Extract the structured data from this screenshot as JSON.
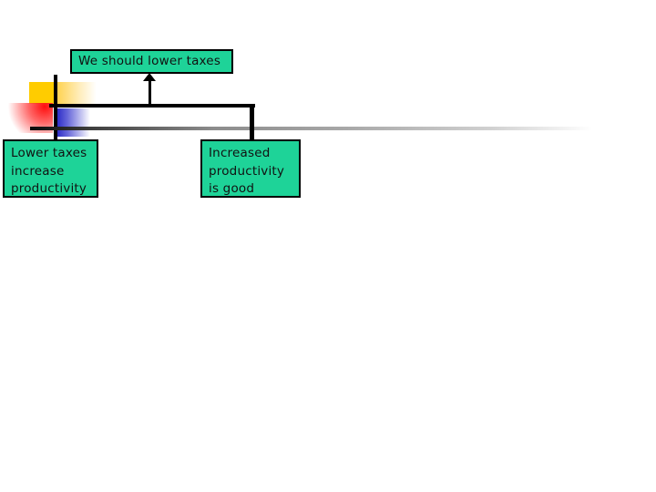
{
  "diagram": {
    "conclusion": {
      "label": "We should lower taxes"
    },
    "premises": [
      {
        "lines": [
          "Lower taxes",
          "increase",
          "productivity"
        ]
      },
      {
        "lines": [
          "Increased",
          "productivity",
          "is good"
        ]
      }
    ]
  },
  "colors": {
    "node_fill": "#1ED398",
    "node_border": "#000000",
    "text": "#111111",
    "decor_yellow": "#FFCC00",
    "decor_red": "#FF0D0D",
    "decor_blue": "#2929C6"
  }
}
